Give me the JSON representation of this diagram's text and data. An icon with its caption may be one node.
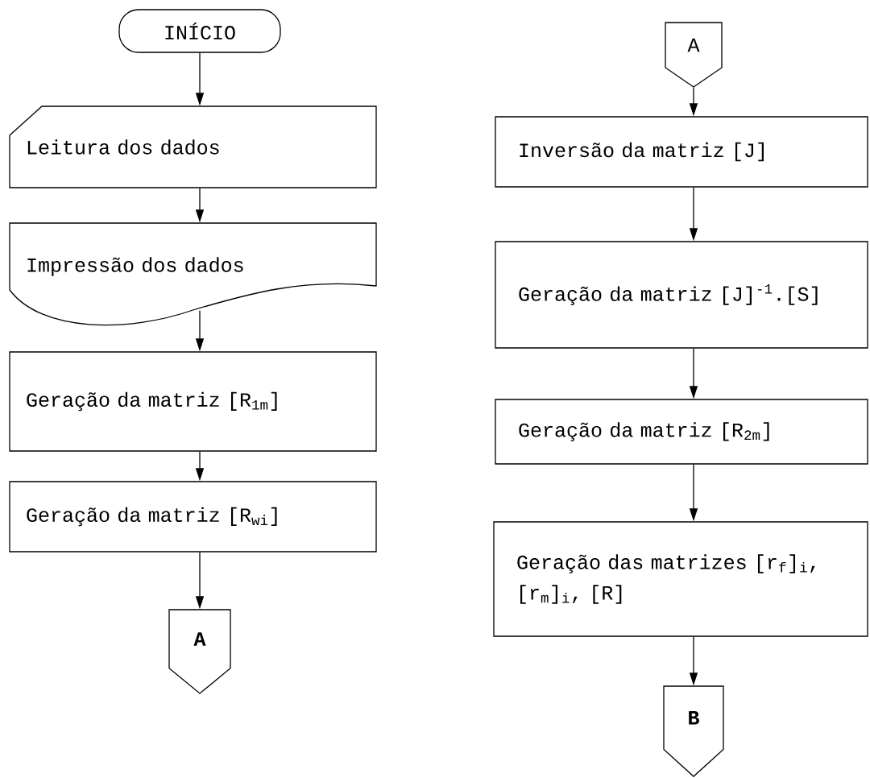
{
  "diagram": {
    "nodes": [
      {
        "text": [
          "INÍCIO"
        ]
      },
      {
        "text": [
          "Leitura dos dados"
        ]
      },
      {
        "text": [
          "Impressão dos dados"
        ]
      },
      {
        "text": [
          "Geração da matriz [R$_{1m}$]"
        ]
      },
      {
        "text": [
          "Geração da matriz [R$_{wi}$]"
        ]
      },
      {
        "text": [
          "A"
        ]
      },
      {
        "text": [
          "A"
        ]
      },
      {
        "text": [
          "Inversão da matriz [J]"
        ]
      },
      {
        "text": [
          "Geração da matriz [J]$^{-1}$.[S]"
        ]
      },
      {
        "text": [
          "Geração da matriz [R$_{2m}$]"
        ]
      },
      {
        "text": [
          "Geração das matrizes [r$_{f}$]$_{i}$, [r$_{m}$]$_{i}$, [R]"
        ]
      },
      {
        "text": [
          "B"
        ]
      }
    ],
    "edges": [
      {
        "from": 0,
        "to": 1,
        "arrow": "to"
      },
      {
        "from": 1,
        "to": 2,
        "arrow": "to"
      },
      {
        "from": 2,
        "to": 3,
        "arrow": "to"
      },
      {
        "from": 3,
        "to": 4,
        "arrow": "to"
      },
      {
        "from": 4,
        "to": 5,
        "arrow": "to"
      },
      {
        "from": 6,
        "to": 7,
        "arrow": "to"
      },
      {
        "from": 7,
        "to": 8,
        "arrow": "to"
      },
      {
        "from": 8,
        "to": 9,
        "arrow": "to"
      },
      {
        "from": 9,
        "to": 10,
        "arrow": "to"
      },
      {
        "from": 10,
        "to": 11,
        "arrow": "to"
      }
    ]
  }
}
